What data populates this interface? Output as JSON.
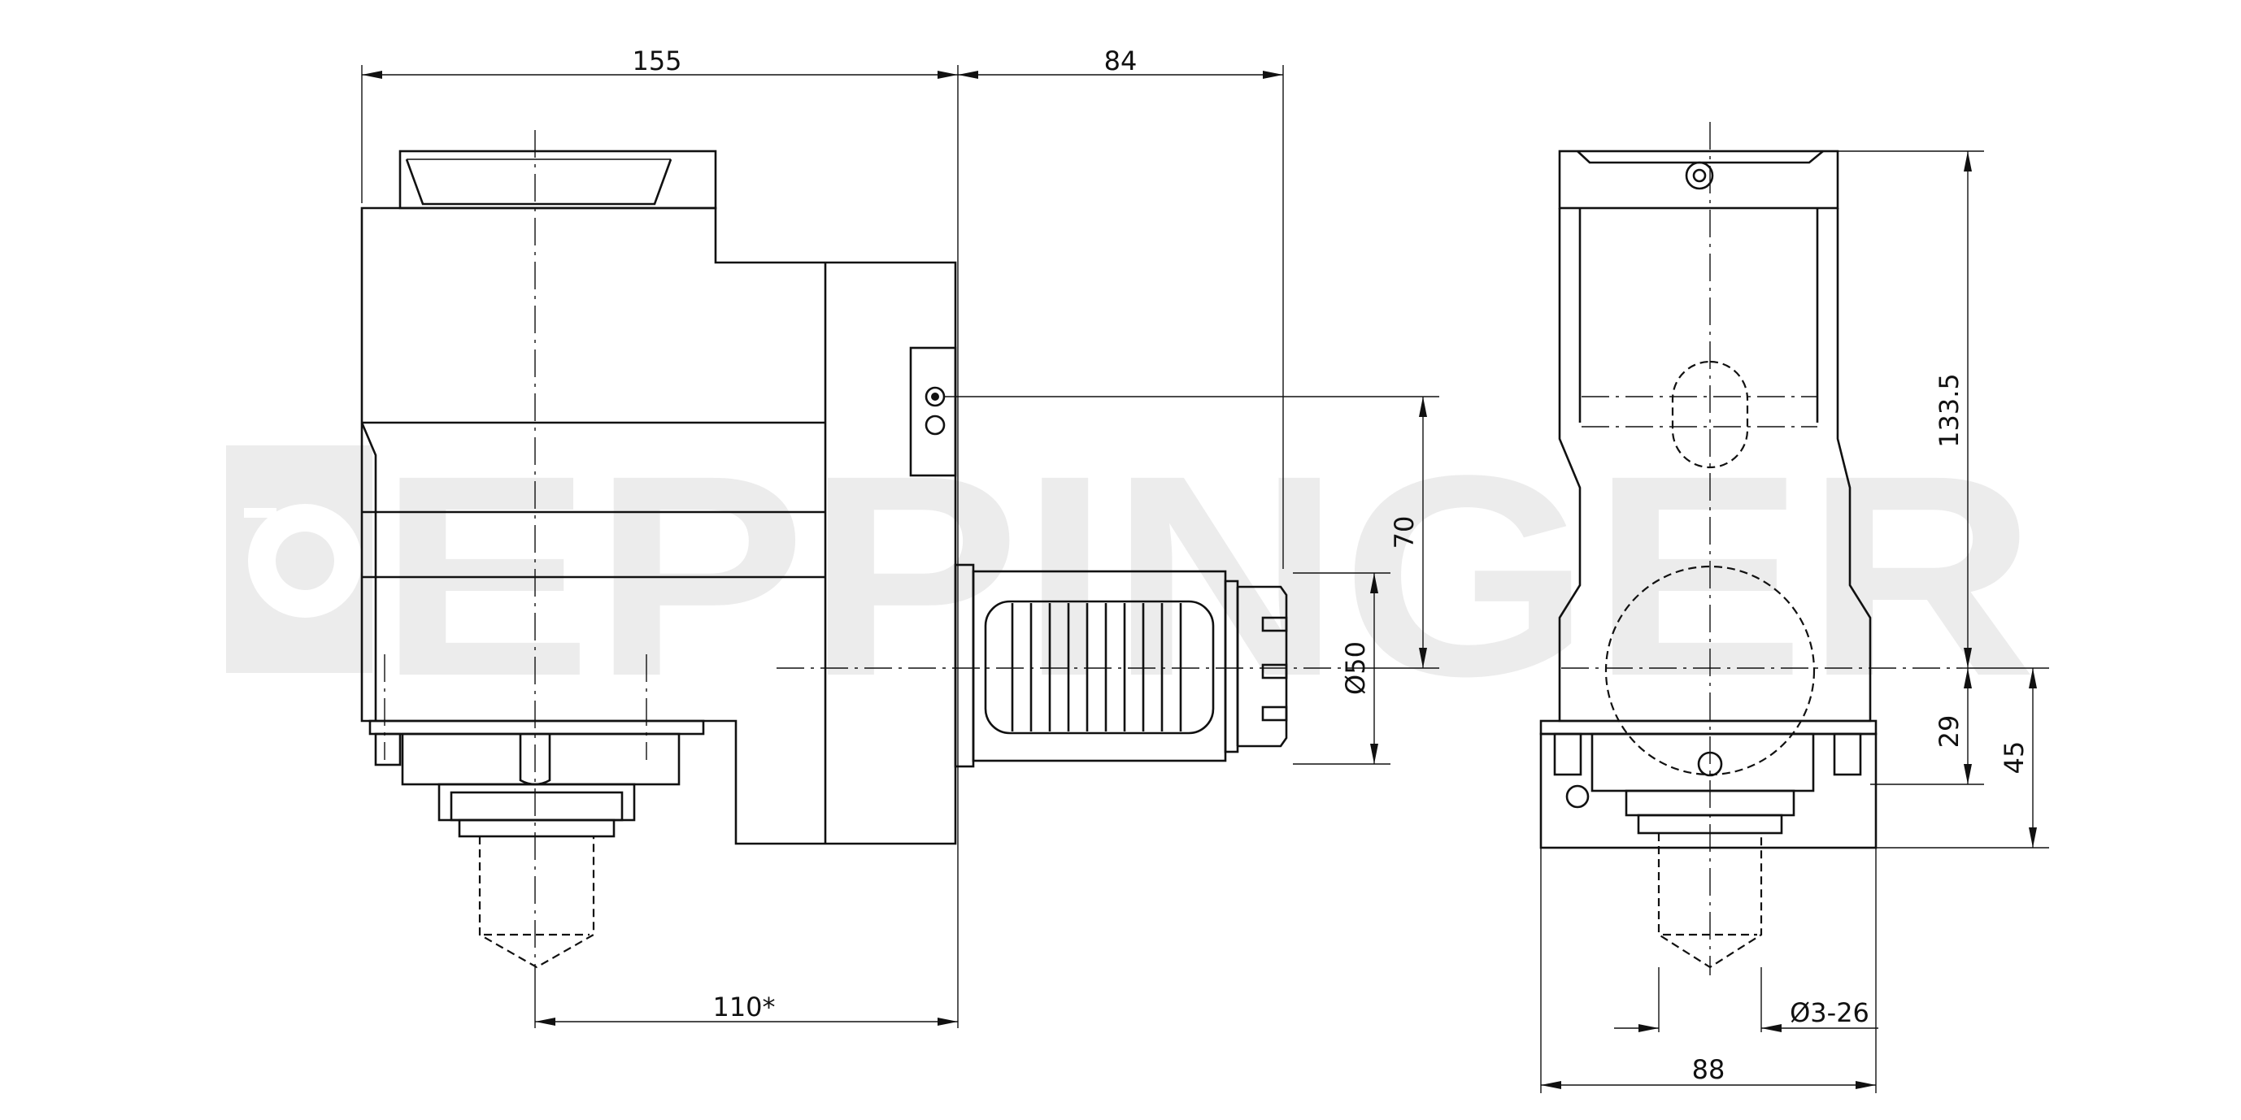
{
  "watermark": {
    "brand": "EPPINGER",
    "color": "#ececec"
  },
  "dimensions": {
    "width_155": "155",
    "width_84": "84",
    "height_70": "70",
    "diameter_50": "Ø50",
    "length_110": "110*",
    "height_133_5": "133.5",
    "height_29": "29",
    "height_45": "45",
    "collet_range": "Ø3-26",
    "width_88": "88"
  },
  "colors": {
    "line": "#111111",
    "background": "#ffffff"
  }
}
